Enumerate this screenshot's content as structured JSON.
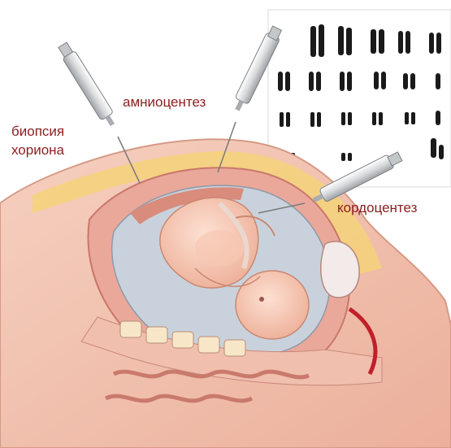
{
  "labels": {
    "amniocentesis": "амниоцентез",
    "chorion_biopsy_line1": "биопсия",
    "chorion_biopsy_line2": "хориона",
    "cordocentesis": "кордоцентез"
  },
  "colors": {
    "label_text": "#8b1e1e",
    "skin": "#f3c3ae",
    "tissue": "#e9a89a",
    "fat": "#f5d27a",
    "amniotic_fluid": "#c9d2dc",
    "chromosome": "#1a1a1a"
  },
  "icons": {
    "syringe": "syringe-icon",
    "chromosome": "chromosome-icon"
  }
}
